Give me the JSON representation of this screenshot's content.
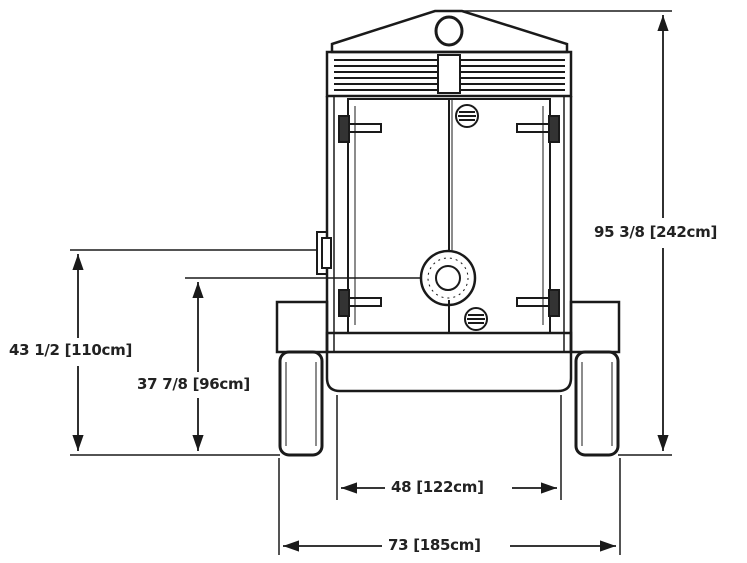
{
  "dimensions": {
    "overall_height": "95 3/8 [242cm]",
    "hitch_height": "43 1/2 [110cm]",
    "axle_height": "37 7/8 [96cm]",
    "track_width": "48 [122cm]",
    "overall_width": "73 [185cm]"
  },
  "colors": {
    "line": "#1a1a1a",
    "tire": "#444444",
    "background": "#ffffff"
  }
}
